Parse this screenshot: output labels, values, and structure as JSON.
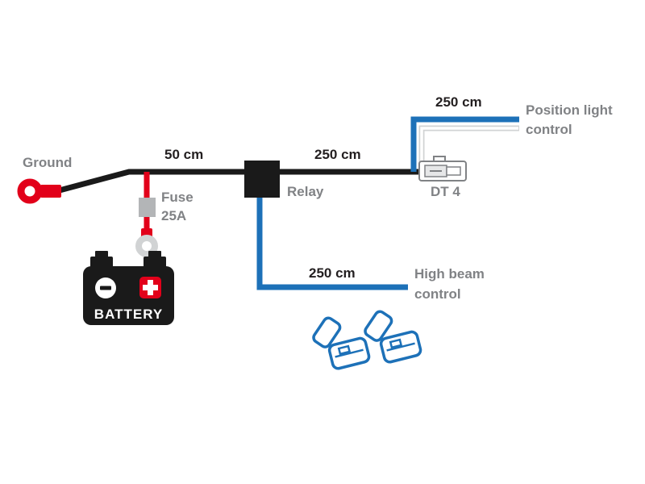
{
  "diagram": {
    "labels": {
      "ground": "Ground",
      "fuse_line1": "Fuse",
      "fuse_line2": "25A",
      "battery": "BATTERY",
      "relay": "Relay",
      "dt4": "DT 4",
      "position_line1": "Position light",
      "position_line2": "control",
      "highbeam_line1": "High beam",
      "highbeam_line2": "control",
      "len_ground_relay": "50 cm",
      "len_relay_dt4": "250 cm",
      "len_position": "250 cm",
      "len_highbeam": "250 cm"
    },
    "colors": {
      "wire_black": "#1a1a1a",
      "wire_red": "#e2001a",
      "wire_blue": "#1d71b8",
      "white_wire": "#d1d3d4",
      "label_gray": "#808285",
      "label_black": "#231f20",
      "fuse_gray": "#b3b5b7",
      "connector_gray": "#808285",
      "plus_red": "#e2001a"
    }
  }
}
